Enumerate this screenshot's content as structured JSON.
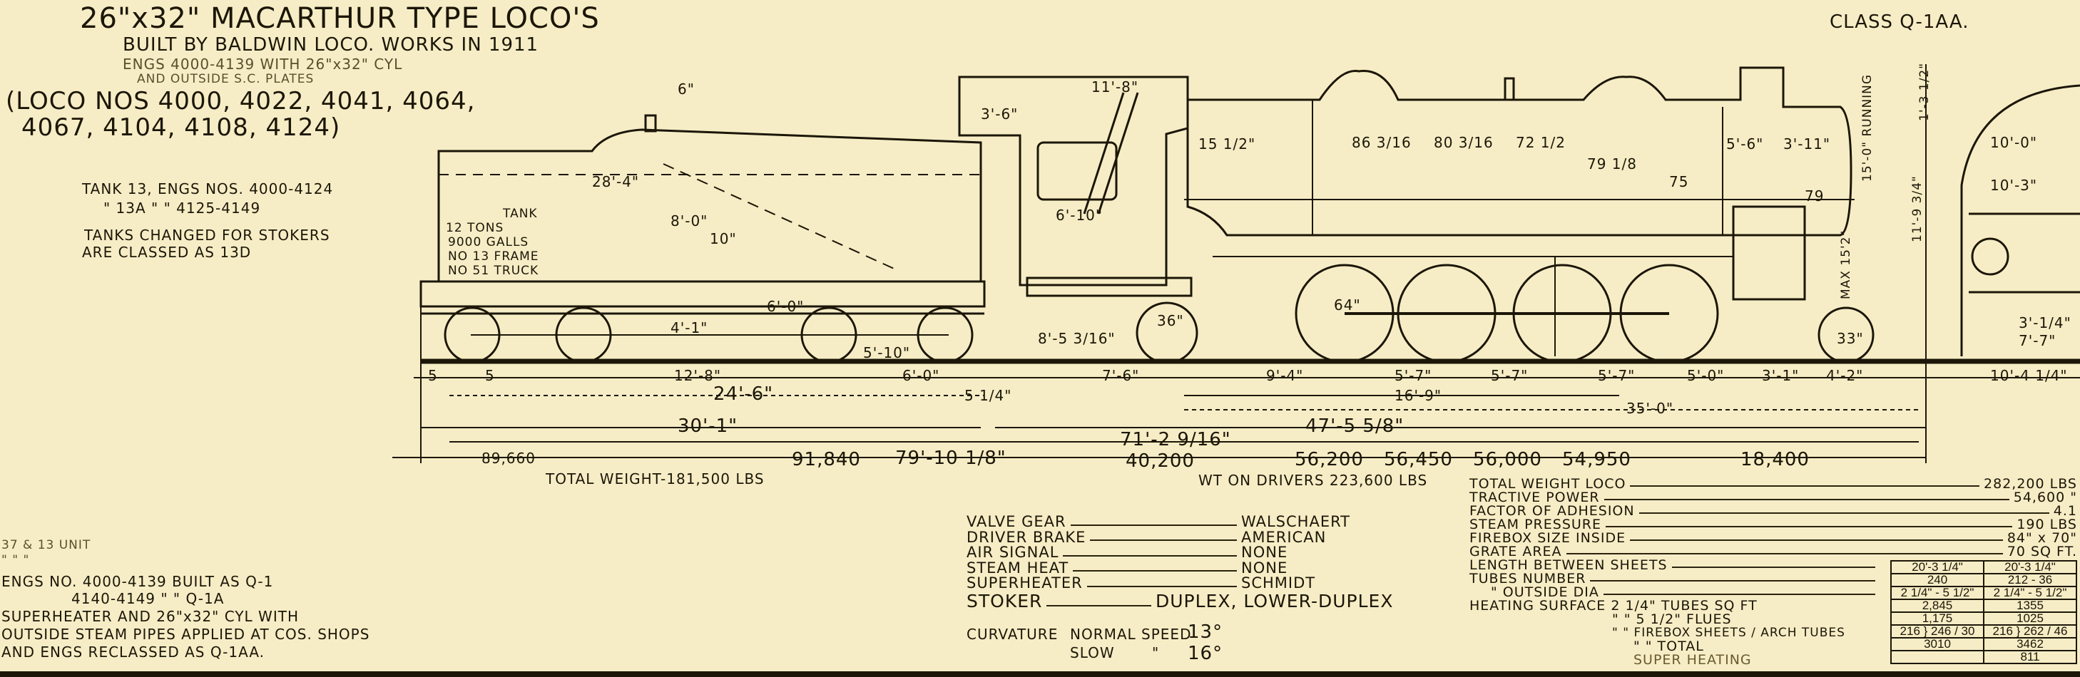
{
  "title": {
    "line1": "26\"x32\" MACARTHUR TYPE LOCO'S",
    "line2": "BUILT BY BALDWIN LOCO. WORKS IN 1911",
    "line3": "ENGS 4000-4139 WITH 26\"x32\" CYL",
    "line4": "AND OUTSIDE S.C. PLATES",
    "loco_nos_1": "(LOCO NOS 4000, 4022, 4041, 4064,",
    "loco_nos_2": "4067, 4104, 4108, 4124)"
  },
  "class_label": "CLASS Q-1AA.",
  "tender_notes": {
    "line1": "TANK 13, ENGS NOS. 4000-4124",
    "line2": "\" 13A \"  \"  4125-4149",
    "line3": "TANKS CHANGED FOR STOKERS",
    "line4": "ARE CLASSED AS 13D"
  },
  "tank_label": {
    "line1": "TANK",
    "line2": "12 TONS",
    "line3": "9000 GALLS",
    "line4": "NO 13 FRAME",
    "line5": "NO 51 TRUCK"
  },
  "drawing_dims": {
    "tender_top": "6\"",
    "tank_length": "28'-4\"",
    "tank_h1": "8'-0\"",
    "tank_h2": "10\"",
    "tank_h3": "4'-1\"",
    "tank_h4": "6'-0\"",
    "tank_h5": "5'-10\"",
    "cab_width": "11'-8\"",
    "cab_h": "3'-6\"",
    "cab_win": "6'-10\"",
    "cab_off": "15 1/2\"",
    "dome1": "86 3/16",
    "dome2": "80 3/16",
    "dome3": "72 1/2",
    "dome4": "79 1/8",
    "stack": "75",
    "smokebox": "5'-6\"",
    "smokebox2": "3'-11\"",
    "cyl": "79",
    "running": "15'-0\" RUNNING",
    "max_h": "MAX 15'2\"",
    "overall_h": "11'-9 3/4\"",
    "side_h": "1'-3 1/2\"",
    "right1": "10'-0\"",
    "right2": "10'-3\"",
    "right3": "3'-1/4\"",
    "right4": "7'-7\"",
    "driver_dia": "64\"",
    "trailing_dia": "36\"",
    "front_dia": "33\"",
    "cyl_center": "8'-5 3/16\""
  },
  "dimensions": {
    "row1": [
      "5",
      "5",
      "12'-8\"",
      "6'-0\"",
      "7'-6\"",
      "9'-4\"",
      "5'-7\"",
      "5'-7\"",
      "5'-7\"",
      "5'-0\"",
      "3'-1\"",
      "4'-2\"",
      "10'-4 1/4\""
    ],
    "row2": [
      "24'-6\"",
      "5 1/4\"",
      "16'-9\""
    ],
    "row3": [
      "35'-0\""
    ],
    "row4": [
      "30'-1\"",
      "47'-5 5/8\""
    ],
    "row5": [
      "71'-2 9/16\""
    ],
    "row6": [
      "79'-10 1/8\""
    ]
  },
  "weights": {
    "tender_front": "89,660",
    "tender_rear": "91,840",
    "trailing": "40,200",
    "drivers": [
      "56,200",
      "56,450",
      "56,000",
      "54,950"
    ],
    "front_truck": "18,400",
    "total_tender": "TOTAL WEIGHT-181,500 LBS",
    "on_drivers": "WT ON DRIVERS 223,600 LBS"
  },
  "equipment": [
    {
      "label": "VALVE GEAR",
      "value": "WALSCHAERT"
    },
    {
      "label": "DRIVER BRAKE",
      "value": "AMERICAN"
    },
    {
      "label": "AIR SIGNAL",
      "value": "NONE"
    },
    {
      "label": "STEAM HEAT",
      "value": "NONE"
    },
    {
      "label": "SUPERHEATER",
      "value": "SCHMIDT"
    },
    {
      "label": "STOKER",
      "value": "DUPLEX, LOWER-DUPLEX"
    }
  ],
  "curvature": {
    "label": "CURVATURE",
    "normal": "NORMAL SPEED",
    "normal_val": "13°",
    "slow": "SLOW",
    "ditto": "\"",
    "slow_val": "16°"
  },
  "specs": [
    {
      "label": "TOTAL WEIGHT LOCO",
      "value": "282,200 LBS"
    },
    {
      "label": "TRACTIVE POWER",
      "value": "54,600 \""
    },
    {
      "label": "FACTOR OF ADHESION",
      "value": "4.1"
    },
    {
      "label": "STEAM PRESSURE",
      "value": "190 LBS"
    },
    {
      "label": "FIREBOX SIZE INSIDE",
      "value": "84\" x 70\""
    },
    {
      "label": "GRATE AREA",
      "value": "70 SQ FT."
    },
    {
      "label": "LENGTH BETWEEN SHEETS",
      "value": ""
    },
    {
      "label": "TUBES NUMBER",
      "value": ""
    },
    {
      "label": "\" OUTSIDE DIA",
      "value": ""
    },
    {
      "label": "HEATING SURFACE 2 1/4\" TUBES  SQ FT",
      "value": ""
    },
    {
      "label": "\" \" 5 1/2\" FLUES",
      "value": ""
    },
    {
      "label": "\" \" FIREBOX SHEETS / ARCH TUBES",
      "value": ""
    },
    {
      "label": "\" \" TOTAL",
      "value": ""
    },
    {
      "label": "SUPER HEATING",
      "value": ""
    }
  ],
  "heating_table": [
    [
      "20'-3 1/4\"",
      "20'-3 1/4\""
    ],
    [
      "240",
      "212 - 36"
    ],
    [
      "2 1/4\" - 5 1/2\"",
      "2 1/4\" - 5 1/2\""
    ],
    [
      "2,845",
      "1355"
    ],
    [
      "1,175",
      "1025"
    ],
    [
      "216 } 246 / 30",
      "216 } 262 / 46"
    ],
    [
      "3010",
      "3462"
    ],
    [
      "",
      "811"
    ]
  ],
  "bottom_notes": {
    "line1": "37 & 13 UNIT",
    "line2": "\" \" \"",
    "line3": "ENGS NO. 4000-4139 BUILT AS Q-1",
    "line4": "4140-4149  \"  \"  Q-1A",
    "line5": "SUPERHEATER AND 26\"x32\" CYL WITH",
    "line6": "OUTSIDE STEAM PIPES APPLIED AT COS. SHOPS",
    "line7": "AND ENGS RECLASSED AS Q-1AA."
  }
}
